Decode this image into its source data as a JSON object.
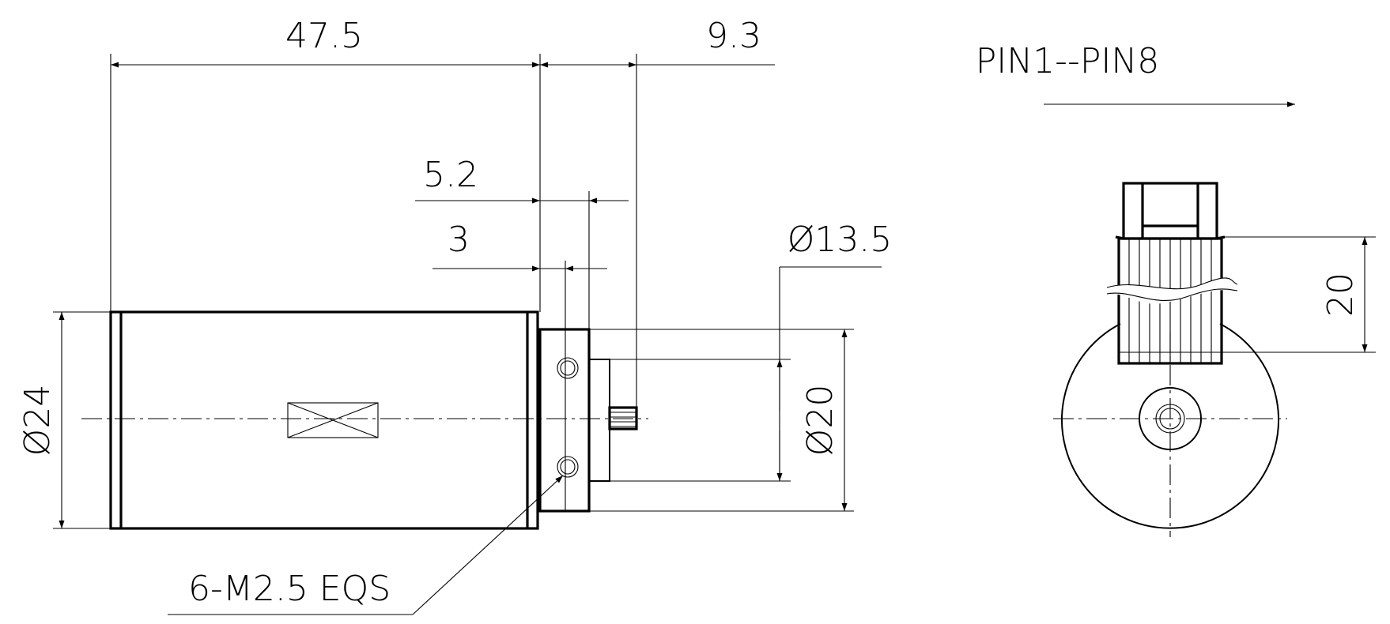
{
  "dimensions": {
    "length_main": "47.5",
    "length_shaft": "9.3",
    "length_flange_52": "5.2",
    "length_flange_3": "3",
    "diameter_13_5": "Ø13.5",
    "diameter_24": "Ø24",
    "diameter_20": "Ø20",
    "height_20": "20"
  },
  "annotations": {
    "screws": "6-M2.5 EQS",
    "pin_order": "PIN1--PIN8"
  },
  "colors": {
    "line": "#000000",
    "background": "#ffffff"
  }
}
